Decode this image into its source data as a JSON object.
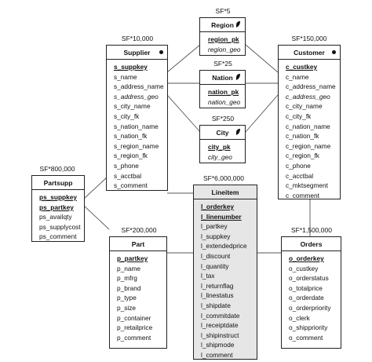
{
  "tables": {
    "region": {
      "sf": "SF*5",
      "name": "Region",
      "icon": "leaf-icon",
      "fields": [
        {
          "t": "region_pk",
          "s": "pk"
        },
        {
          "t": "region_geo",
          "s": "it"
        }
      ]
    },
    "nation": {
      "sf": "SF*25",
      "name": "Nation",
      "icon": "leaf-icon",
      "fields": [
        {
          "t": "nation_pk",
          "s": "pk"
        },
        {
          "t": "nation_geo",
          "s": "it"
        }
      ]
    },
    "city": {
      "sf": "SF*250",
      "name": "City",
      "icon": "leaf-icon",
      "fields": [
        {
          "t": "city_pk",
          "s": "pk"
        },
        {
          "t": "city_geo",
          "s": "it"
        }
      ]
    },
    "supplier": {
      "sf": "SF*10,000",
      "name": "Supplier",
      "icon": "dot-icon",
      "fields": [
        {
          "t": "s_suppkey",
          "s": "pk"
        },
        {
          "t": "s_name",
          "s": ""
        },
        {
          "t": "s_address_name",
          "s": ""
        },
        {
          "t": "s_address_geo",
          "s": "it"
        },
        {
          "t": "s_city_name",
          "s": ""
        },
        {
          "t": "s_city_fk",
          "s": ""
        },
        {
          "t": "s_nation_name",
          "s": ""
        },
        {
          "t": "s_nation_fk",
          "s": ""
        },
        {
          "t": "s_region_name",
          "s": ""
        },
        {
          "t": "s_region_fk",
          "s": ""
        },
        {
          "t": "s_phone",
          "s": ""
        },
        {
          "t": "s_acctbal",
          "s": ""
        },
        {
          "t": "s_comment",
          "s": ""
        }
      ]
    },
    "customer": {
      "sf": "SF*150,000",
      "name": "Customer",
      "icon": "dot-icon",
      "fields": [
        {
          "t": "c_custkey",
          "s": "pk"
        },
        {
          "t": "c_name",
          "s": ""
        },
        {
          "t": "c_address_name",
          "s": ""
        },
        {
          "t": "c_address_geo",
          "s": "it"
        },
        {
          "t": "c_city_name",
          "s": ""
        },
        {
          "t": "c_city_fk",
          "s": ""
        },
        {
          "t": "c_nation_name",
          "s": ""
        },
        {
          "t": "c_nation_fk",
          "s": ""
        },
        {
          "t": "c_region_name",
          "s": ""
        },
        {
          "t": "c_region_fk",
          "s": ""
        },
        {
          "t": "c_phone",
          "s": ""
        },
        {
          "t": "c_acctbal",
          "s": ""
        },
        {
          "t": "c_mktsegment",
          "s": ""
        },
        {
          "t": "c_comment",
          "s": ""
        }
      ]
    },
    "partsupp": {
      "sf": "SF*800,000",
      "name": "Partsupp",
      "icon": "",
      "fields": [
        {
          "t": "ps_suppkey",
          "s": "pk"
        },
        {
          "t": "ps_partkey",
          "s": "pk"
        },
        {
          "t": "ps_availqty",
          "s": ""
        },
        {
          "t": "ps_supplycost",
          "s": ""
        },
        {
          "t": "ps_comment",
          "s": ""
        }
      ]
    },
    "part": {
      "sf": "SF*200,000",
      "name": "Part",
      "icon": "",
      "fields": [
        {
          "t": "p_partkey",
          "s": "pk"
        },
        {
          "t": "p_name",
          "s": ""
        },
        {
          "t": "p_mfrg",
          "s": ""
        },
        {
          "t": "p_brand",
          "s": ""
        },
        {
          "t": "p_type",
          "s": ""
        },
        {
          "t": "p_size",
          "s": ""
        },
        {
          "t": "p_container",
          "s": ""
        },
        {
          "t": "p_retailprice",
          "s": ""
        },
        {
          "t": "p_comment",
          "s": ""
        }
      ]
    },
    "lineitem": {
      "sf": "SF*6,000,000",
      "name": "Lineitem",
      "icon": "",
      "fields": [
        {
          "t": "l_orderkey",
          "s": "pk"
        },
        {
          "t": "l_linenumber",
          "s": "pk"
        },
        {
          "t": "l_partkey",
          "s": ""
        },
        {
          "t": "l_suppkey",
          "s": ""
        },
        {
          "t": "l_extendedprice",
          "s": ""
        },
        {
          "t": "l_discount",
          "s": ""
        },
        {
          "t": "l_quantity",
          "s": ""
        },
        {
          "t": "l_tax",
          "s": ""
        },
        {
          "t": "l_returnflag",
          "s": ""
        },
        {
          "t": "l_linestatus",
          "s": ""
        },
        {
          "t": "l_shipdate",
          "s": ""
        },
        {
          "t": "l_commitdate",
          "s": ""
        },
        {
          "t": "l_receiptdate",
          "s": ""
        },
        {
          "t": "l_shipinstruct",
          "s": ""
        },
        {
          "t": "l_shipmode",
          "s": ""
        },
        {
          "t": "l_comment",
          "s": ""
        }
      ]
    },
    "orders": {
      "sf": "SF*1,500,000",
      "name": "Orders",
      "icon": "",
      "fields": [
        {
          "t": "o_orderkey",
          "s": "pk"
        },
        {
          "t": "o_custkey",
          "s": ""
        },
        {
          "t": "o_orderstatus",
          "s": ""
        },
        {
          "t": "o_totalprice",
          "s": ""
        },
        {
          "t": "o_orderdate",
          "s": ""
        },
        {
          "t": "o_orderpriority",
          "s": ""
        },
        {
          "t": "o_clerk",
          "s": ""
        },
        {
          "t": "o_shippriority",
          "s": ""
        },
        {
          "t": "o_comment",
          "s": ""
        }
      ]
    }
  }
}
